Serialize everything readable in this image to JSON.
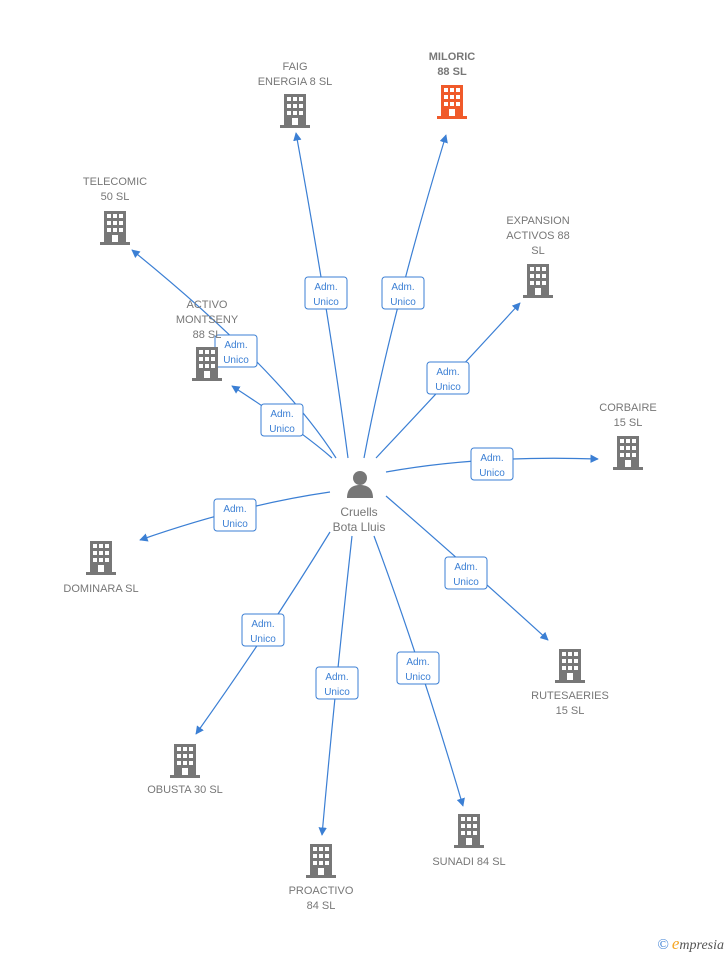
{
  "colors": {
    "edge": "#3b7fd4",
    "company": "#777777",
    "highlight": "#f05a2a",
    "person": "#777777"
  },
  "center": {
    "id": "person",
    "icon": "person-icon",
    "label_lines": [
      "Cruells",
      "Bota Lluis"
    ]
  },
  "nodes": [
    {
      "id": "faig",
      "label_lines": [
        "FAIG",
        "ENERGIA 8  SL"
      ],
      "icon": "building-icon",
      "highlight": false
    },
    {
      "id": "miloric",
      "label_lines": [
        "MILORIC",
        "88  SL"
      ],
      "icon": "building-icon",
      "highlight": true
    },
    {
      "id": "telecomic",
      "label_lines": [
        "TELECOMIC",
        "50  SL"
      ],
      "icon": "building-icon",
      "highlight": false
    },
    {
      "id": "expansion",
      "label_lines": [
        "EXPANSION",
        "ACTIVOS 88",
        "SL"
      ],
      "icon": "building-icon",
      "highlight": false
    },
    {
      "id": "activo",
      "label_lines": [
        "ACTIVO",
        "MONTSENY",
        "88  SL"
      ],
      "icon": "building-icon",
      "highlight": false
    },
    {
      "id": "corbaire",
      "label_lines": [
        "CORBAIRE",
        "15  SL"
      ],
      "icon": "building-icon",
      "highlight": false
    },
    {
      "id": "dominara",
      "label_lines": [
        "DOMINARA  SL"
      ],
      "icon": "building-icon",
      "highlight": false
    },
    {
      "id": "rutesaeries",
      "label_lines": [
        "RUTESAERIES",
        "15  SL"
      ],
      "icon": "building-icon",
      "highlight": false
    },
    {
      "id": "obusta",
      "label_lines": [
        "OBUSTA 30  SL"
      ],
      "icon": "building-icon",
      "highlight": false
    },
    {
      "id": "sunadi",
      "label_lines": [
        "SUNADI 84  SL"
      ],
      "icon": "building-icon",
      "highlight": false
    },
    {
      "id": "proactivo",
      "label_lines": [
        "PROACTIVO",
        "84  SL"
      ],
      "icon": "building-icon",
      "highlight": false
    }
  ],
  "edges": [
    {
      "to": "faig",
      "label_lines": [
        "Adm.",
        "Unico"
      ]
    },
    {
      "to": "miloric",
      "label_lines": [
        "Adm.",
        "Unico"
      ]
    },
    {
      "to": "telecomic",
      "label_lines": [
        "Adm.",
        "Unico"
      ]
    },
    {
      "to": "activo",
      "label_lines": [
        "Adm.",
        "Unico"
      ]
    },
    {
      "to": "expansion",
      "label_lines": [
        "Adm.",
        "Unico"
      ]
    },
    {
      "to": "corbaire",
      "label_lines": [
        "Adm.",
        "Unico"
      ]
    },
    {
      "to": "dominara",
      "label_lines": [
        "Adm.",
        "Unico"
      ]
    },
    {
      "to": "rutesaeries",
      "label_lines": [
        "Adm.",
        "Unico"
      ]
    },
    {
      "to": "obusta",
      "label_lines": [
        "Adm.",
        "Unico"
      ]
    },
    {
      "to": "proactivo",
      "label_lines": [
        "Adm.",
        "Unico"
      ]
    },
    {
      "to": "sunadi",
      "label_lines": [
        "Adm.",
        "Unico"
      ]
    }
  ],
  "watermark": {
    "copyright": "©",
    "brand_initial": "e",
    "brand_rest": "mpresia"
  }
}
